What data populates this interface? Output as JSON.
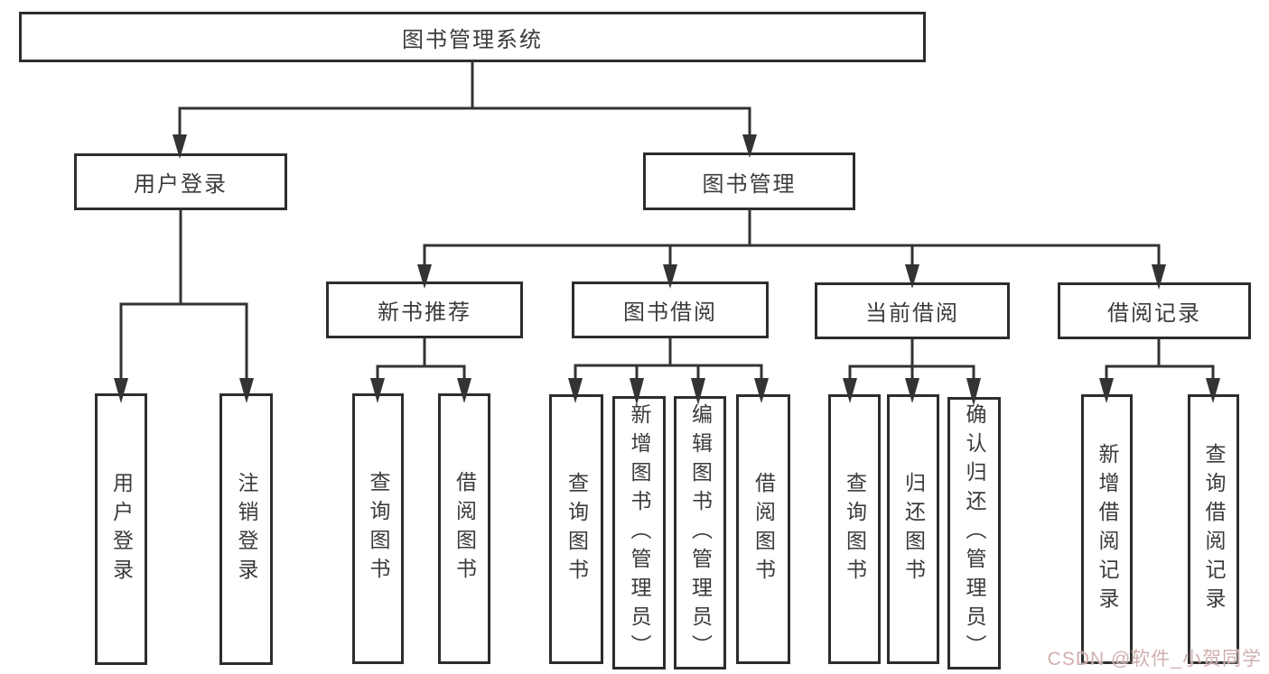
{
  "diagram": {
    "root": {
      "label": "图书管理系统",
      "children": [
        {
          "label": "用户登录",
          "children": [
            {
              "label": "用户登录"
            },
            {
              "label": "注销登录"
            }
          ]
        },
        {
          "label": "图书管理",
          "children": [
            {
              "label": "新书推荐",
              "children": [
                {
                  "label": "查询图书"
                },
                {
                  "label": "借阅图书"
                }
              ]
            },
            {
              "label": "图书借阅",
              "children": [
                {
                  "label": "查询图书"
                },
                {
                  "label": "新增图书（管理员）"
                },
                {
                  "label": "编辑图书（管理员）"
                },
                {
                  "label": "借阅图书"
                }
              ]
            },
            {
              "label": "当前借阅",
              "children": [
                {
                  "label": "查询图书"
                },
                {
                  "label": "归还图书"
                },
                {
                  "label": "确认归还（管理员）"
                }
              ]
            },
            {
              "label": "借阅记录",
              "children": [
                {
                  "label": "新增借阅记录"
                },
                {
                  "label": "查询借阅记录"
                }
              ]
            }
          ]
        }
      ]
    }
  },
  "watermark": {
    "text": "CSDN @软件_小贺同学",
    "color": "#cda8a8"
  },
  "colors": {
    "line": "#333333",
    "border": "#2d2d2d",
    "text": "#3b3b3b",
    "background": "#ffffff"
  }
}
